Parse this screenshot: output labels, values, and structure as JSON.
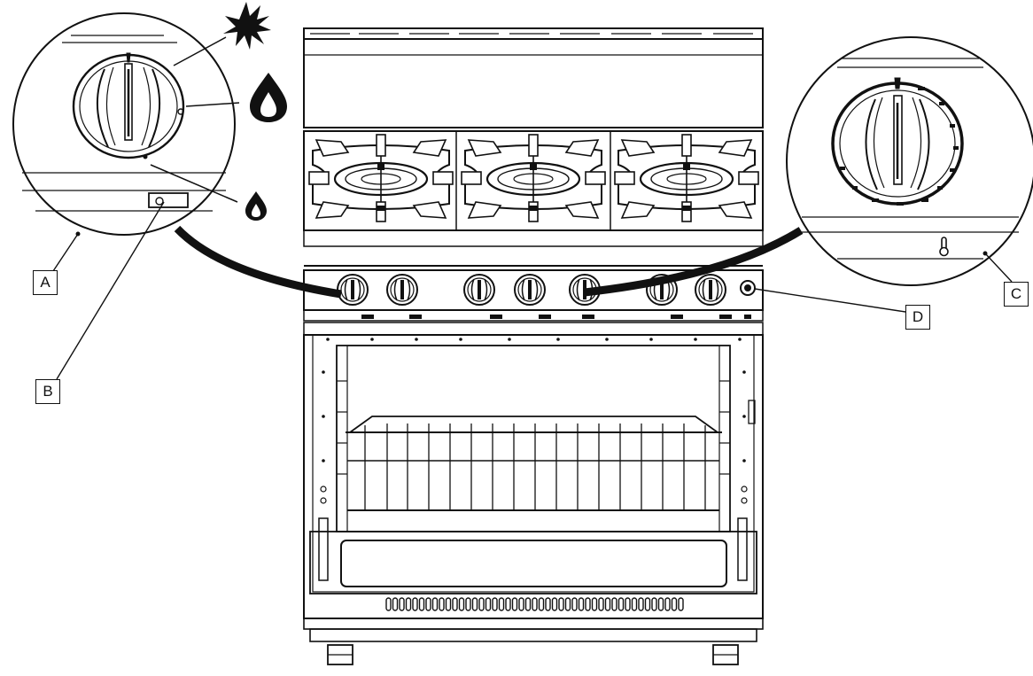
{
  "callouts": {
    "a": "A",
    "b": "B",
    "c": "C",
    "d": "D"
  },
  "icons": {
    "spark": "spark-icon",
    "high_flame": "high-flame-icon",
    "low_flame": "low-flame-icon",
    "oven_thermostat": "thermometer-icon"
  },
  "colors": {
    "line": "#111111",
    "background": "#ffffff"
  }
}
